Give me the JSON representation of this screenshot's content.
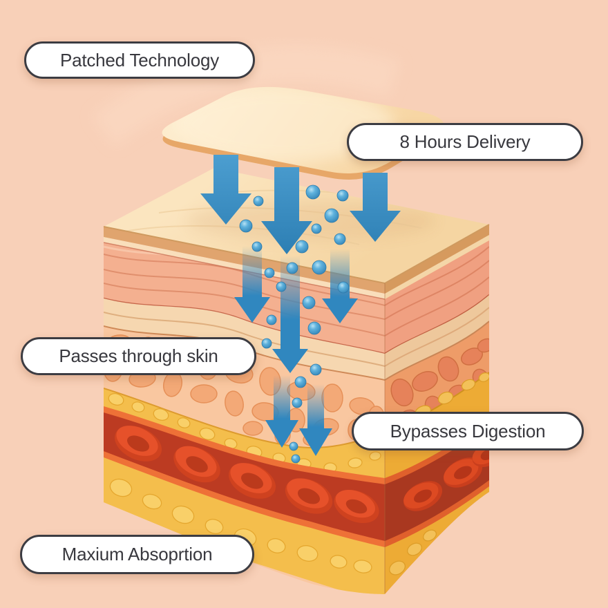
{
  "background_color": "#f8d0b8",
  "labels": {
    "patched_technology": "Patched Technology",
    "hours_delivery": "8 Hours Delivery",
    "passes_skin": "Passes through skin",
    "bypasses_digestion": "Bypasses Digestion",
    "max_absorption": "Maxium Absoprtion"
  },
  "label_style": {
    "background": "#ffffff",
    "border_color": "#3c3c42",
    "text_color": "#38383e"
  },
  "icons": {
    "delivery_arrow": "↓",
    "medicine_droplet": "●"
  },
  "colors": {
    "arrow_blue": "#3087bf",
    "droplet_blue": "#4aa3d4",
    "patch_cream": "#fbe3bd",
    "patch_edge": "#e7a768",
    "skin_surface_cream": "#fbe4bd",
    "epidermis_salmon": "#f4b090",
    "dermis_peach": "#f9c7a0",
    "dermis_cell_orange": "#f3a977",
    "fat_yellow": "#f4be4c",
    "fat_bubble_yellow": "#f9d373",
    "vessel_border_orange": "#ee7137",
    "vessel_red": "#bc3b22",
    "blood_cell_red": "#e6512a"
  }
}
